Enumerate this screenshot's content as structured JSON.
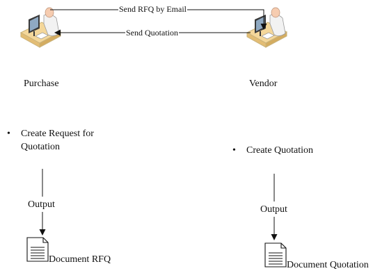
{
  "actors": {
    "left": {
      "label": "Purchase",
      "icon": "person-at-desk-icon"
    },
    "right": {
      "label": "Vendor",
      "icon": "person-at-desk-icon"
    }
  },
  "edges": {
    "top": "Send RFQ by Email",
    "bottom": "Send Quotation"
  },
  "left_flow": {
    "bullet": "•",
    "task": "Create Request for Quotation",
    "output_label": "Output",
    "document_label": "Document RFQ"
  },
  "right_flow": {
    "bullet": "•",
    "task": "Create Quotation",
    "output_label": "Output",
    "document_label": "Document Quotation"
  },
  "colors": {
    "desk": "#f4d79a",
    "desk_edge": "#c9b27a",
    "monitor": "#3a3a3a",
    "person_face": "#f6ccb0",
    "shirt": "#f2f2f2",
    "line": "#111111"
  }
}
